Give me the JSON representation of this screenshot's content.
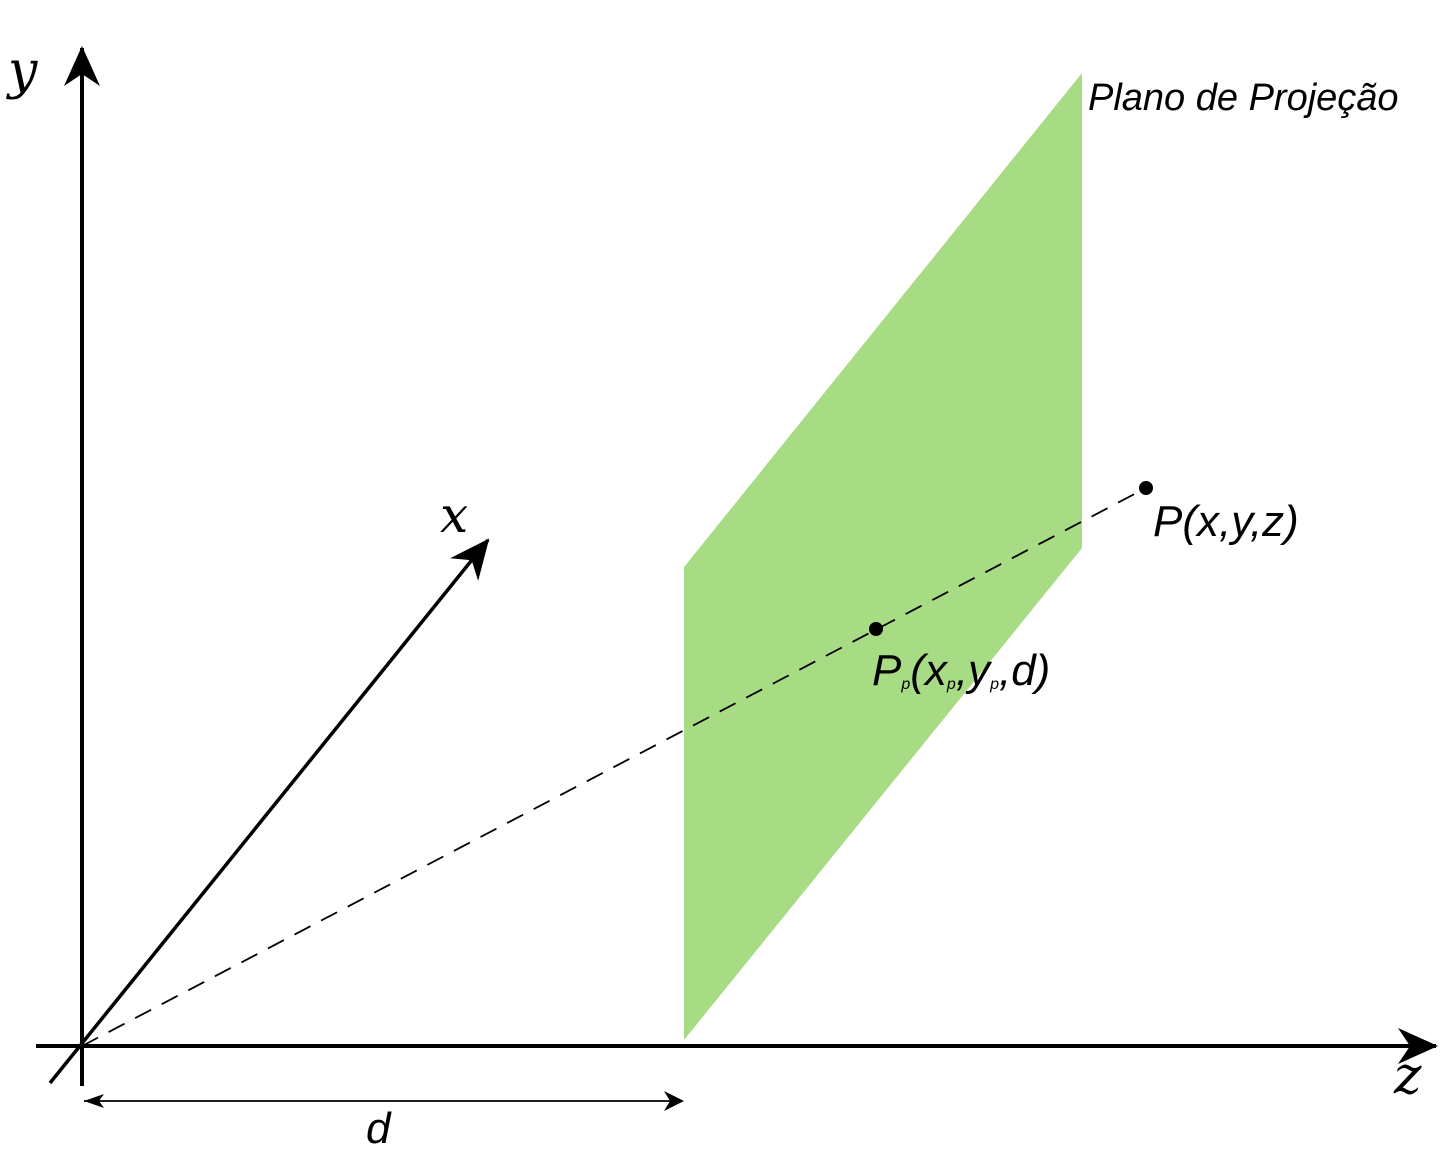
{
  "axes": {
    "y_label": "y",
    "x_label": "x",
    "z_label": "z"
  },
  "plane": {
    "label": "Plano de Projeção",
    "fill_color": "#a8dc84"
  },
  "point_p": {
    "label": "P(x,y,z)"
  },
  "point_pp": {
    "main": "P",
    "sub": "p",
    "open": "(x",
    "sub_x": "p",
    "comma_y": ",y",
    "sub_y": "p",
    "rest": ",d)"
  },
  "distance": {
    "label": "d"
  },
  "colors": {
    "stroke": "#000000",
    "projection_line": "#000000"
  }
}
